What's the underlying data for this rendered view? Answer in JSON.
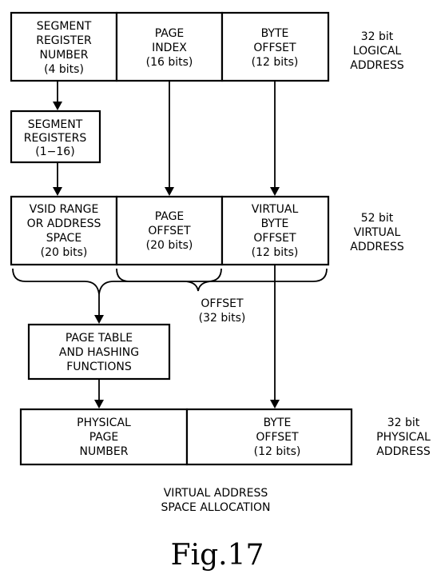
{
  "logical": {
    "segment": [
      "SEGMENT",
      "REGISTER",
      "NUMBER",
      "(4 bits)"
    ],
    "page_index": [
      "PAGE",
      "INDEX",
      "(16 bits)"
    ],
    "byte_offset": [
      "BYTE",
      "OFFSET",
      "(12 bits)"
    ],
    "label": [
      "32 bit",
      "LOGICAL",
      "ADDRESS"
    ]
  },
  "segment_registers": [
    "SEGMENT",
    "REGISTERS",
    "(1−16)"
  ],
  "virtual": {
    "vsid": [
      "VSID RANGE",
      "OR ADDRESS",
      "SPACE",
      "(20 bits)"
    ],
    "page_offset": [
      "PAGE",
      "OFFSET",
      "(20 bits)"
    ],
    "virtual_byte_offset": [
      "VIRTUAL",
      "BYTE",
      "OFFSET",
      "(12 bits)"
    ],
    "label": [
      "52 bit",
      "VIRTUAL",
      "ADDRESS"
    ]
  },
  "offset_note": [
    "OFFSET",
    "(32 bits)"
  ],
  "page_table": [
    "PAGE TABLE",
    "AND HASHING",
    "FUNCTIONS"
  ],
  "physical": {
    "page_number": [
      "PHYSICAL",
      "PAGE",
      "NUMBER"
    ],
    "byte_offset": [
      "BYTE",
      "OFFSET",
      "(12 bits)"
    ],
    "label": [
      "32 bit",
      "PHYSICAL",
      "ADDRESS"
    ]
  },
  "caption": [
    "VIRTUAL ADDRESS",
    "SPACE ALLOCATION"
  ],
  "figure_label": "Fig.17"
}
